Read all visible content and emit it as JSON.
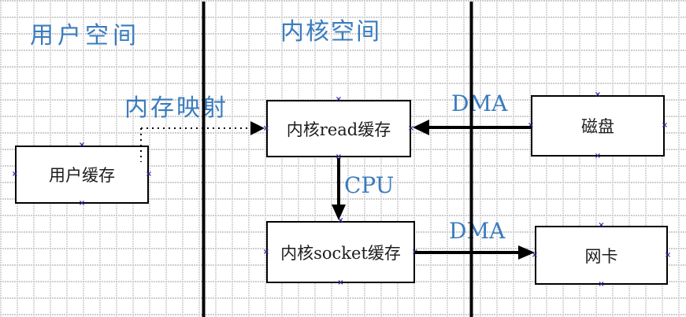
{
  "diagram": {
    "regions": {
      "user_space": "用户空间",
      "kernel_space": "内核空间"
    },
    "nodes": {
      "user_buffer": "用户缓存",
      "kernel_read_buffer": "内核read缓存",
      "disk": "磁盘",
      "kernel_socket_buffer": "内核socket缓存",
      "nic": "网卡"
    },
    "edges": {
      "memory_mapping": "内存映射",
      "dma_disk_to_read": "DMA",
      "cpu_copy": "CPU",
      "dma_socket_to_nic": "DMA"
    },
    "glyphs": {
      "connection_point": "×"
    },
    "colors": {
      "label_blue": "#3a7cbf",
      "line_black": "#000000",
      "grid_gray": "#b4b4b4",
      "connection_point_blue": "#2a2a9c",
      "node_fill": "#ffffff"
    }
  }
}
